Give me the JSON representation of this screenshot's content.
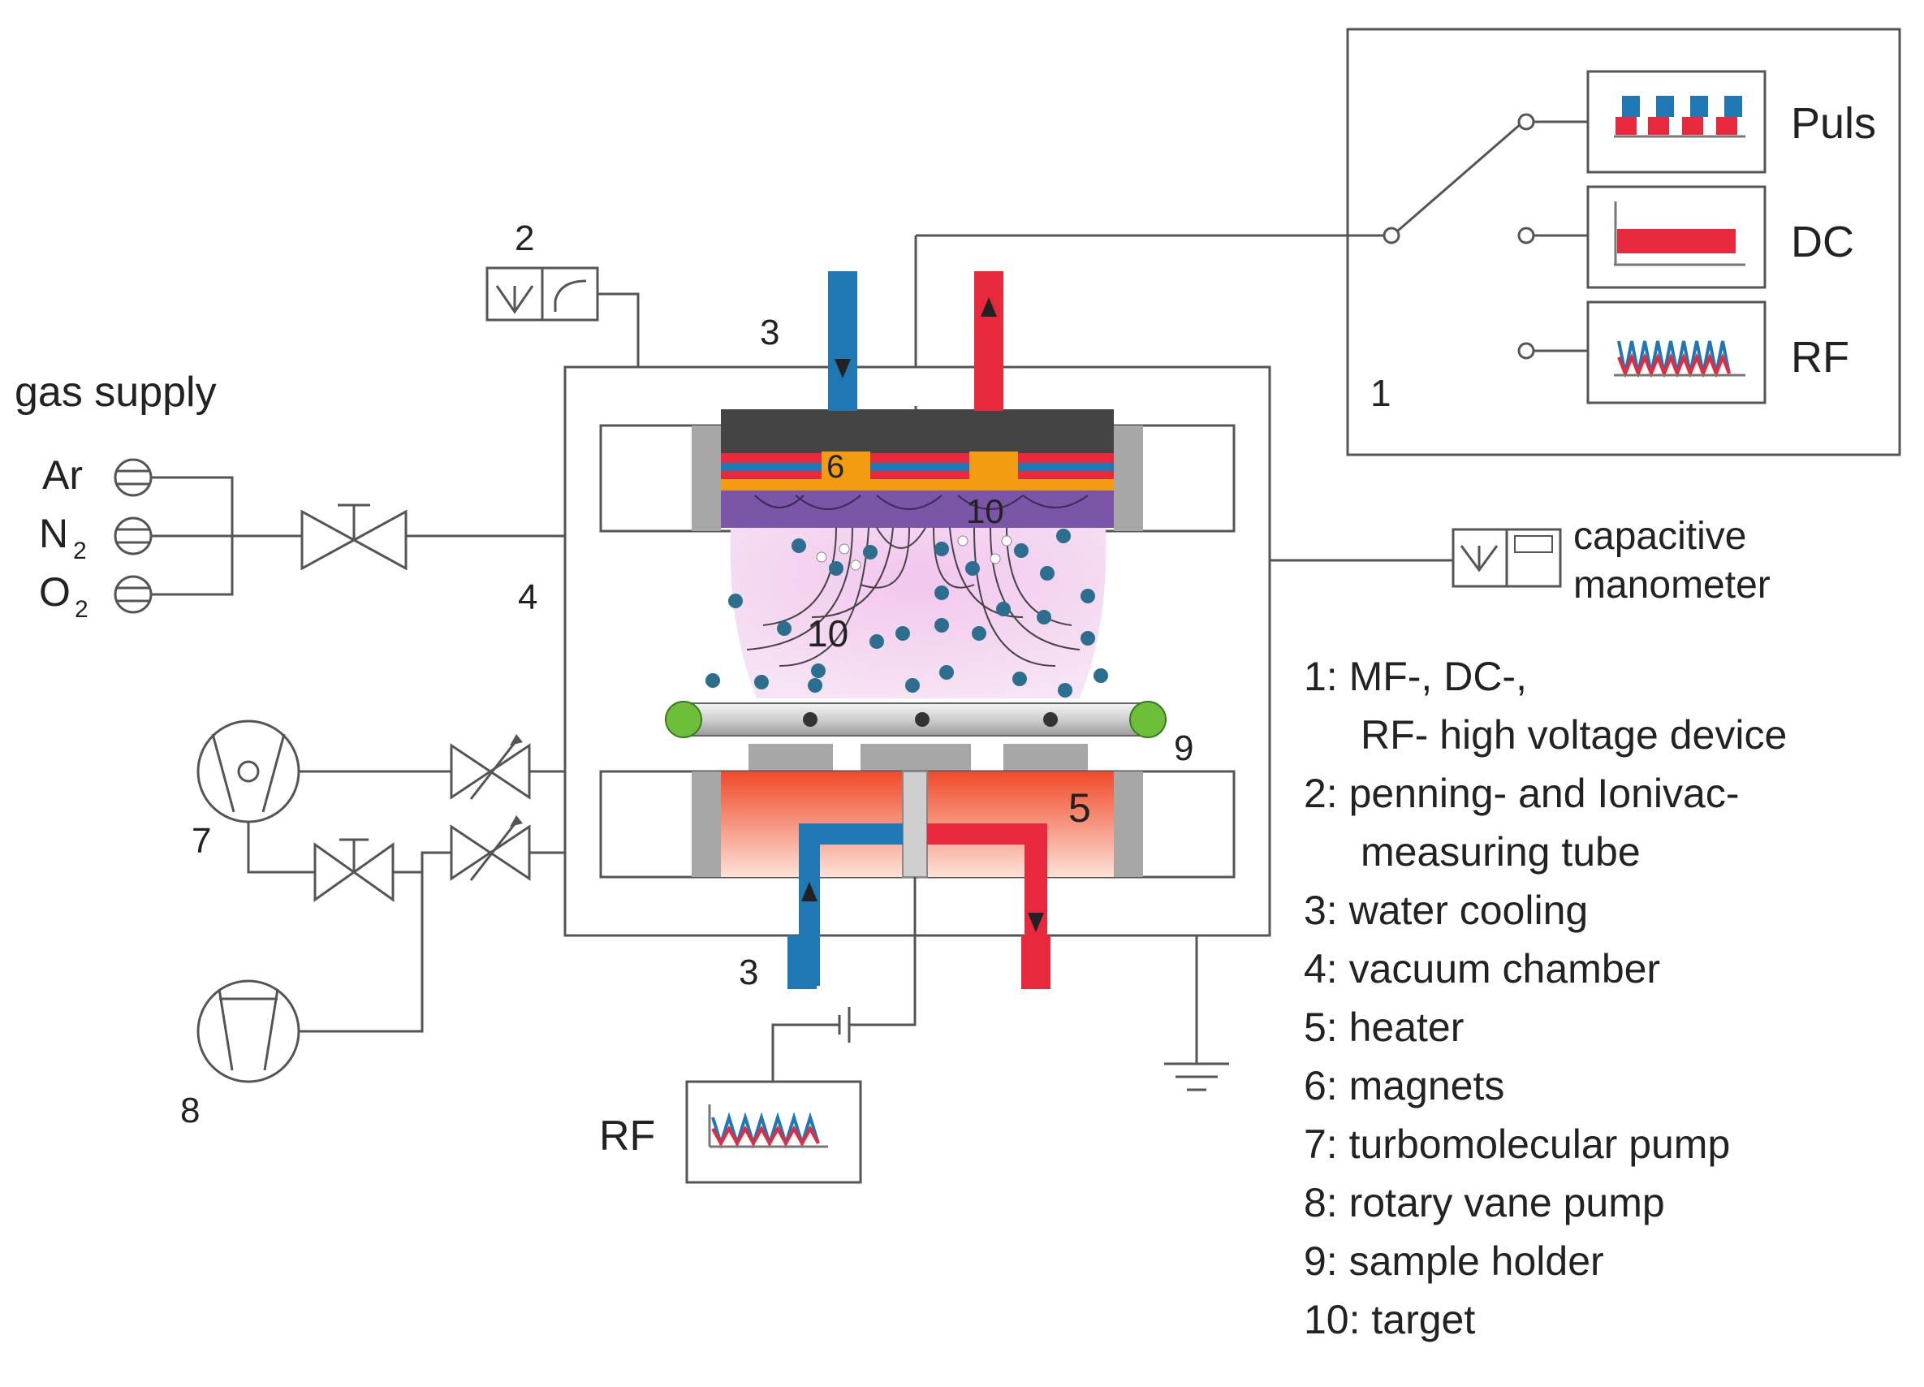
{
  "gas_supply": {
    "title": "gas supply",
    "gases": [
      {
        "main": "Ar",
        "sub": ""
      },
      {
        "main": "N",
        "sub": "2"
      },
      {
        "main": "O",
        "sub": "2"
      }
    ]
  },
  "power_panel": {
    "number": "1",
    "modes": [
      "Puls",
      "DC",
      "RF"
    ]
  },
  "labels": {
    "gauge": "2",
    "water_top": "3",
    "water_bottom": "3",
    "chamber": "4",
    "heater": "5",
    "magnets": "6",
    "turbo": "7",
    "rotary": "8",
    "holder": "9",
    "target_a": "10",
    "target_b": "10"
  },
  "capacitive": {
    "line1": "capacitive",
    "line2": "manometer"
  },
  "rf_bias": {
    "label": "RF"
  },
  "legend": [
    "1: MF-, DC-,",
    "RF- high voltage device",
    "2: penning- and Ionivac-",
    "measuring tube",
    "3: water cooling",
    "4: vacuum chamber",
    "5: heater",
    "6: magnets",
    "7: turbomolecular pump",
    "8: rotary vane pump",
    "9: sample holder",
    "10: target"
  ],
  "colors": {
    "water_cold": "#1f77b4",
    "water_hot": "#e8283c",
    "plasma": "#e6bfe0",
    "particle": "#2c6e8e",
    "target": "#7a55a8",
    "magnet": "#f39c12",
    "holder_end": "#6dbf3a",
    "heater": "#f25a3a"
  }
}
